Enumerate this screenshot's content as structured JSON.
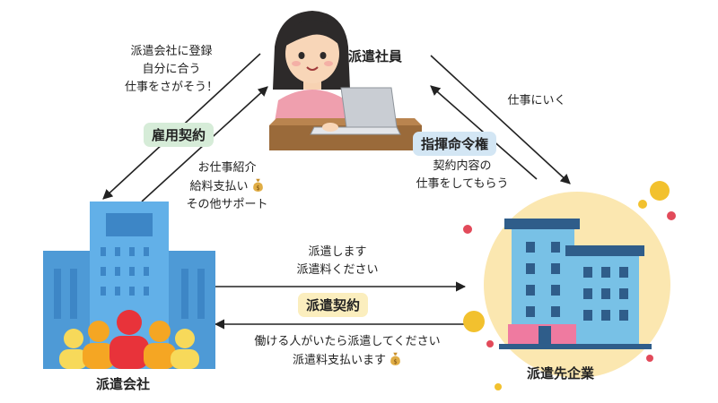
{
  "nodes": {
    "employee": "派遣社員",
    "agency": "派遣会社",
    "client": "派遣先企業"
  },
  "contracts": {
    "employment": "雇用契約",
    "command": "指揮命令権",
    "dispatch": "派遣契約"
  },
  "notes": {
    "register": [
      "派遣会社に登録",
      "自分に合う",
      "仕事をさがそう！"
    ],
    "support": [
      "お仕事紹介",
      "給料支払い",
      "その他サポート"
    ],
    "go_work": "仕事にいく",
    "instructed": [
      "契約内容の",
      "仕事をしてもらう"
    ],
    "agency_to_client": [
      "派遣します",
      "派遣料ください"
    ],
    "client_to_agency": [
      "働ける人がいたら派遣してください",
      "派遣料支払います"
    ]
  },
  "colors": {
    "arrow": "#222222",
    "pill_green": "#d6ecd8",
    "pill_blue": "#d3e6f4",
    "pill_yellow": "#fbeebe",
    "agency_building": "#5aa7e0",
    "client_circle": "#fbe7b0"
  }
}
